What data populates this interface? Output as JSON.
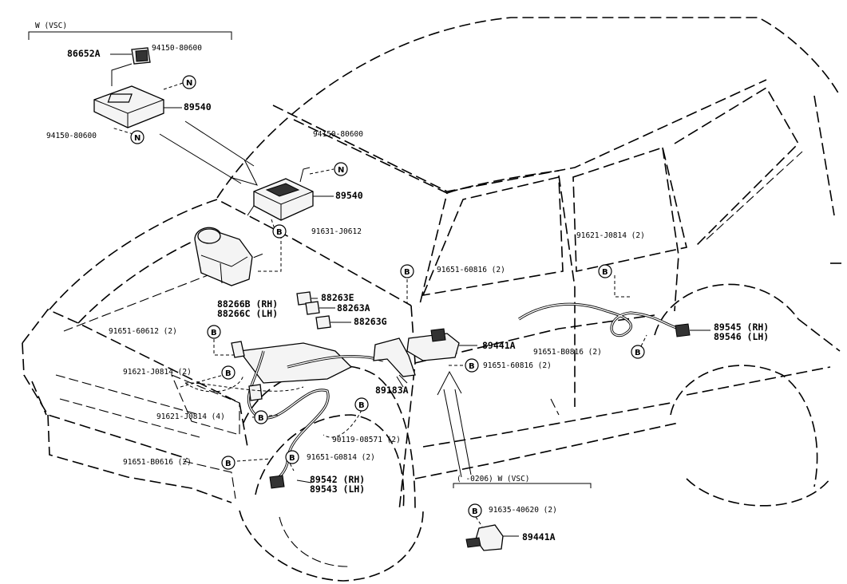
{
  "title": "",
  "symbols": {
    "n_bolt": "N",
    "b_bolt": "B"
  },
  "inset_vsc": {
    "header": "W (VSC)"
  },
  "inset_bottom": {
    "header": "( -0206) W (VSC)"
  },
  "labels": {
    "p86652A": "86652A",
    "p94150_top": "94150-80600",
    "p89540_top": "89540",
    "p94150_left": "94150-80600",
    "p94150_mid": "94150-80600",
    "p89540_mid": "89540",
    "p91631": "91631-J0612",
    "p91651_60816_top": "91651-60816 (2)",
    "p91621_rear": "91621-J0814 (2)",
    "p88263E": "88263E",
    "p88263A": "88263A",
    "p88263G": "88263G",
    "p88266B": "88266B (RH)",
    "p88266C": "88266C (LH)",
    "p91651_60612": "91651-60612 (2)",
    "p89545": "89545 (RH)",
    "p89546": "89546 (LH)",
    "p89441A_main": "89441A",
    "p91651_B0816_rear": "91651-B0816 (2)",
    "p91651_60816_low": "91651-60816 (2)",
    "p91621_front2": "91621-J0814 (2)",
    "p89183A": "89183A",
    "p91621_front4": "91621-J0814 (4)",
    "p90119": "90119-08571 (2)",
    "p91651_G0814": "91651-G0814 (2)",
    "p91651_B0616": "91651-B0616 (2)",
    "p89542": "89542 (RH)",
    "p89543": "89543 (LH)",
    "p91635": "91635-40620 (2)",
    "p89441A_inset": "89441A"
  }
}
